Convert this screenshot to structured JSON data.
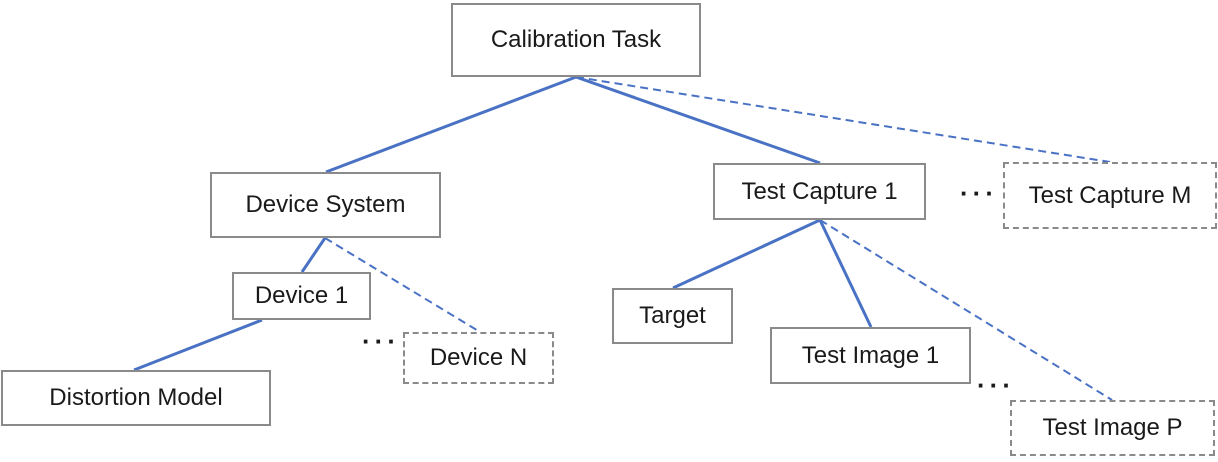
{
  "colors": {
    "edge": "#4a72c4",
    "border": "#8a8a8a",
    "text": "#1a1a1a"
  },
  "nodes": {
    "calibration_task": "Calibration Task",
    "device_system": "Device System",
    "test_capture_1": "Test Capture 1",
    "test_capture_m": "Test Capture M",
    "device_1": "Device 1",
    "device_n": "Device N",
    "distortion_model": "Distortion Model",
    "target": "Target",
    "test_image_1": "Test Image 1",
    "test_image_p": "Test Image P"
  },
  "ellipsis": "···",
  "edges": [
    {
      "from": "calibration_task",
      "to": "device_system",
      "style": "solid"
    },
    {
      "from": "calibration_task",
      "to": "test_capture_1",
      "style": "solid"
    },
    {
      "from": "calibration_task",
      "to": "test_capture_m",
      "style": "dashed"
    },
    {
      "from": "device_system",
      "to": "device_1",
      "style": "solid"
    },
    {
      "from": "device_system",
      "to": "device_n",
      "style": "dashed"
    },
    {
      "from": "device_1",
      "to": "distortion_model",
      "style": "solid"
    },
    {
      "from": "test_capture_1",
      "to": "target",
      "style": "solid"
    },
    {
      "from": "test_capture_1",
      "to": "test_image_1",
      "style": "solid"
    },
    {
      "from": "test_capture_1",
      "to": "test_image_p",
      "style": "dashed"
    }
  ]
}
